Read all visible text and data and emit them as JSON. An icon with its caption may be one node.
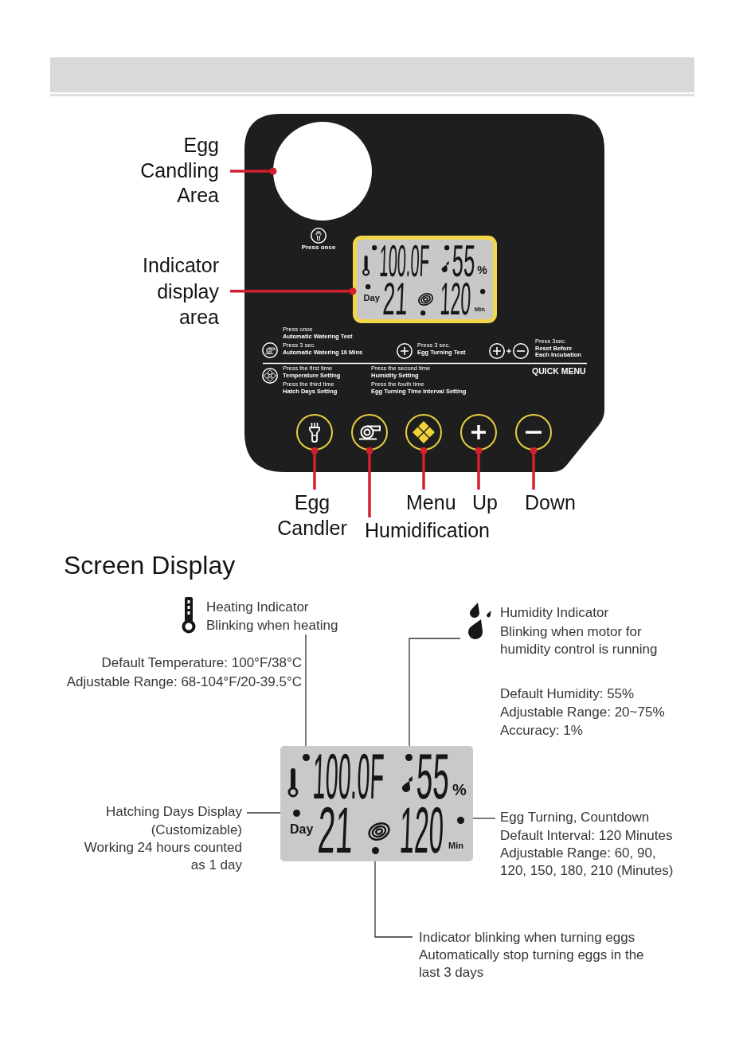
{
  "diagram": {
    "nodes": [
      {
        "text": [
          "Press once",
          "Press once **Automatic Watering Test**",
          "Press 3 sec. **Automatic Watering 10 Mins**",
          "Press 3 sec. **Egg Turning Test**",
          "Press 3sec. **Reset Before Each Incubation**",
          "Press the first time **Temperature Setting**",
          "Press the second time **Humidity Setting**",
          "QUICK MENU",
          "Press the third time **Hatch Days Setting**",
          "Press the fouth time **Egg Turning Time Interval Setting**"
        ]
      },
      {
        "text": [],
        "shape": "circle",
        "in": 0
      },
      {
        "text": [
          "100.0F",
          "55",
          "%",
          "Day",
          "21",
          "120",
          "Min"
        ],
        "in": 0
      },
      {
        "text": [],
        "shape": "circle",
        "in": 0
      },
      {
        "text": [],
        "shape": "circle",
        "in": 0
      },
      {
        "text": [],
        "shape": "circle",
        "in": 0
      },
      {
        "text": [],
        "shape": "circle",
        "in": 0
      },
      {
        "text": [],
        "shape": "circle",
        "in": 0
      },
      {
        "text": [
          "Egg Candling Area"
        ]
      },
      {
        "text": [
          "Indicator display area"
        ]
      },
      {
        "text": [
          "Egg Candler"
        ]
      },
      {
        "text": [
          "Humidification"
        ]
      },
      {
        "text": [
          "Menu"
        ]
      },
      {
        "text": [
          "Up"
        ]
      },
      {
        "text": [
          "Down"
        ]
      },
      {
        "text": [
          "100.0F",
          "55",
          "%",
          "Day",
          "21",
          "120",
          "Min"
        ]
      },
      {
        "text": [
          "Heating Indicator",
          "Blinking when heating"
        ]
      },
      {
        "text": [
          "Humidity Indicator",
          "Blinking when motor for humidity control is running"
        ]
      },
      {
        "text": [
          "Hatching Days Display (Customizable)",
          "Working 24 hours counted as 1 day"
        ]
      },
      {
        "text": [
          "Egg Turning, Countdown",
          "Default Interval: 120 Minutes",
          "Adjustable Range: 60, 90, 120, 150, 180, 210 (Minutes)"
        ]
      },
      {
        "text": [
          "Indicator blinking when turning eggs",
          "Automatically stop turning eggs in the last 3 days"
        ]
      }
    ],
    "edges": [
      {
        "from": 8,
        "to": 1,
        "arrow": "other"
      },
      {
        "from": 9,
        "to": 2,
        "arrow": "other"
      },
      {
        "from": 10,
        "to": 3,
        "arrow": "other"
      },
      {
        "from": 11,
        "to": 4,
        "arrow": "other"
      },
      {
        "from": 12,
        "to": 5,
        "arrow": "other"
      },
      {
        "from": 13,
        "to": 6,
        "arrow": "other"
      },
      {
        "from": 14,
        "to": 7,
        "arrow": "other"
      },
      {
        "from": 16,
        "to": 15,
        "arrow": "none",
        "color": "#333333"
      },
      {
        "from": 17,
        "to": 15,
        "arrow": "none",
        "color": "#333333"
      },
      {
        "from": 18,
        "to": 15,
        "arrow": "none",
        "color": "#333333"
      },
      {
        "from": 19,
        "to": 15,
        "arrow": "none",
        "color": "#333333"
      },
      {
        "from": 20,
        "to": 15,
        "arrow": "none",
        "color": "#333333"
      }
    ],
    "labels": [
      "Screen Display",
      "Default Temperature: 100°F/38°C",
      "Adjustable Range: 68-104°F/20-39.5°C",
      "Default Humidity: 55%",
      "Adjustable Range: 20~75%",
      "Accuracy: 1%"
    ]
  }
}
